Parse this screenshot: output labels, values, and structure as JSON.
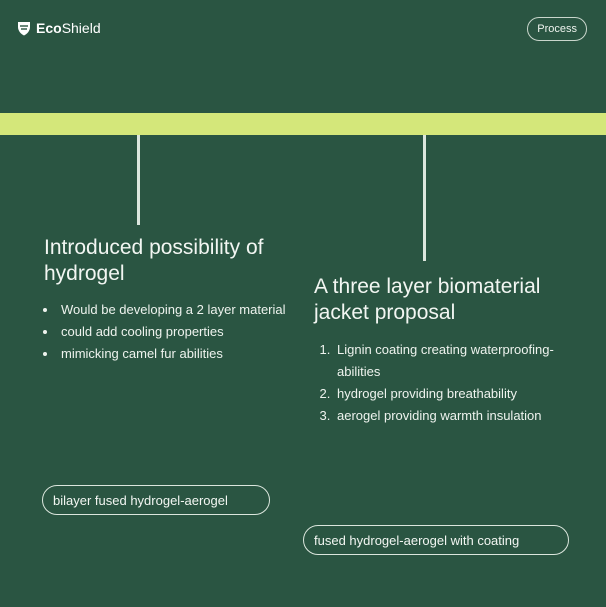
{
  "header": {
    "brand_bold": "Eco",
    "brand_rest": "Shield",
    "process_label": "Process"
  },
  "colors": {
    "background": "#2a5542",
    "accent_bar": "#d4e77a",
    "line": "#dbe6dd"
  },
  "stage1": {
    "title": "Introduced possibility of hydrogel",
    "bullets": [
      "Would be developing a 2 layer material",
      "could add cooling properties",
      "mimicking camel fur abilities"
    ],
    "tag": "bilayer fused hydrogel-aerogel"
  },
  "stage2": {
    "title": "A three layer biomaterial jacket proposal",
    "steps": [
      "Lignin coating creating waterproofing-abilities",
      "hydrogel providing breathability",
      "aerogel providing warmth insulation"
    ],
    "tag": "fused hydrogel-aerogel with coating"
  }
}
